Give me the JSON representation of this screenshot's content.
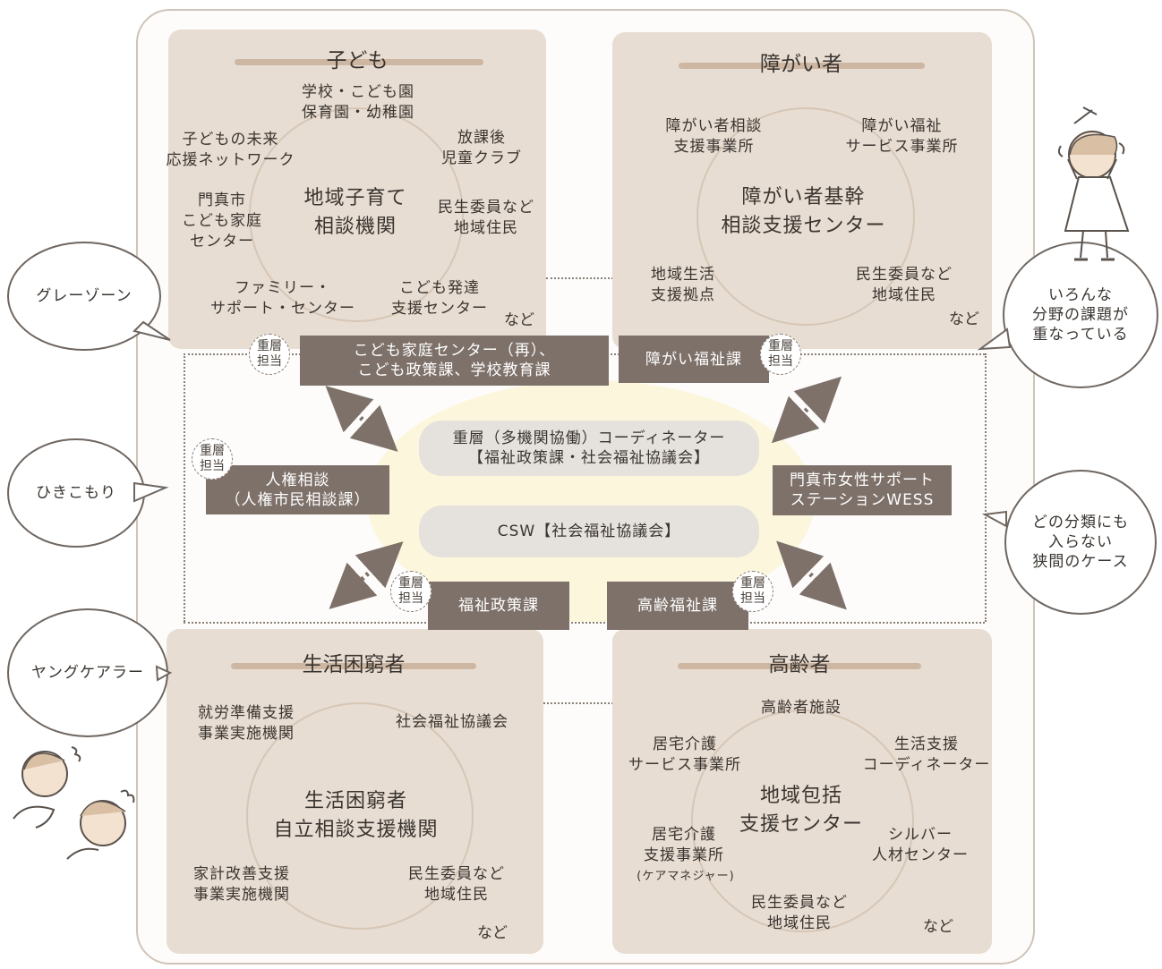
{
  "kodomo": {
    "title": "子ども",
    "center": "地域子育て\n相談機関",
    "nodes": [
      "学校・こども園\n保育園・幼稚園",
      "放課後\n児童クラブ",
      "民生委員など\n地域住民",
      "こども発達\n支援センター",
      "ファミリー・\nサポート・センター",
      "門真市\nこども家庭\nセンター",
      "子どもの未来\n応援ネットワーク"
    ],
    "nado": "など"
  },
  "shogai": {
    "title": "障がい者",
    "center": "障がい者基幹\n相談支援センター",
    "nodes": [
      "障がい者相談\n支援事業所",
      "障がい福祉\nサービス事業所",
      "地域生活\n支援拠点",
      "民生委員など\n地域住民"
    ],
    "nado": "など"
  },
  "seikatsu": {
    "title": "生活困窮者",
    "center": "生活困窮者\n自立相談支援機関",
    "nodes": [
      "就労準備支援\n事業実施機関",
      "社会福祉協議会",
      "家計改善支援\n事業実施機関",
      "民生委員など\n地域住民"
    ],
    "nado": "など"
  },
  "koreisha": {
    "title": "高齢者",
    "center": "地域包括\n支援センター",
    "nodes": [
      "高齢者施設",
      "居宅介護\nサービス事業所",
      "生活支援\nコーディネーター",
      "シルバー\n人材センター",
      "民生委員など\n地域住民"
    ],
    "node_kyotaku": "居宅介護\n支援事業所",
    "node_care": "(ケアマネジャー)",
    "nado": "など"
  },
  "depts": {
    "kodomo": "こども家庭センター（再）、\nこども政策課、学校教育課",
    "shogai": "障がい福祉課",
    "jinken": "人権相談\n（人権市民相談課）",
    "wess": "門真市女性サポート\nステーションWESS",
    "fukushi": "福祉政策課",
    "korei": "高齢福祉課"
  },
  "tag": "重層\n担当",
  "coordinator": "重層（多機関協働）コーディネーター\n【福祉政策課・社会福祉協議会】",
  "csw": "CSW【社会福祉協議会】",
  "bubbles": {
    "gray": "グレーゾーン",
    "hikikomori": "ひきこもり",
    "young": "ヤングケアラー",
    "iron": "いろんな\n分野の課題が\n重なっている",
    "dono": "どの分類にも\n入らない\n狭間のケース"
  }
}
